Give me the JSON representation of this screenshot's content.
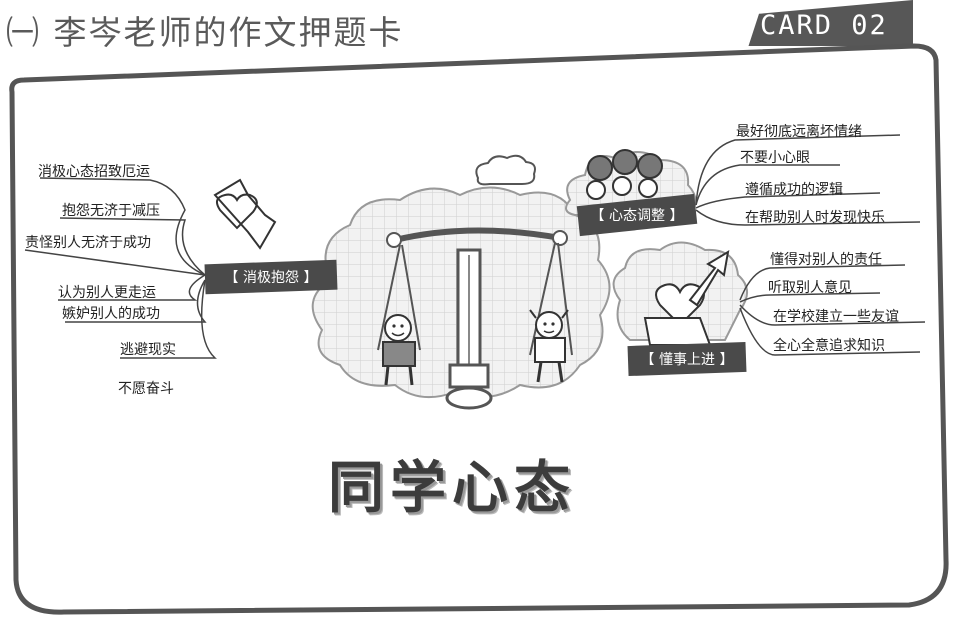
{
  "header": {
    "title": "㈠ 李岑老师的作文押题卡",
    "card_label": "CARD 02"
  },
  "central_title": "同学心态",
  "negative": {
    "label": "【 消极抱怨 】",
    "items": [
      "消极心态招致厄运",
      "抱怨无济于减压",
      "责怪别人无济于成功",
      "认为别人更走运",
      "嫉妒别人的成功",
      "逃避现实",
      "不愿奋斗"
    ]
  },
  "adjust": {
    "label": "【 心态调整 】",
    "items": [
      "最好彻底远离坏情绪",
      "不要小心眼",
      "遵循成功的逻辑",
      "在帮助别人时发现快乐"
    ]
  },
  "mature": {
    "label": "【 懂事上进 】",
    "items": [
      "懂得对别人的责任",
      "听取别人意见",
      "在学校建立一些友谊",
      "全心全意追求知识"
    ]
  }
}
